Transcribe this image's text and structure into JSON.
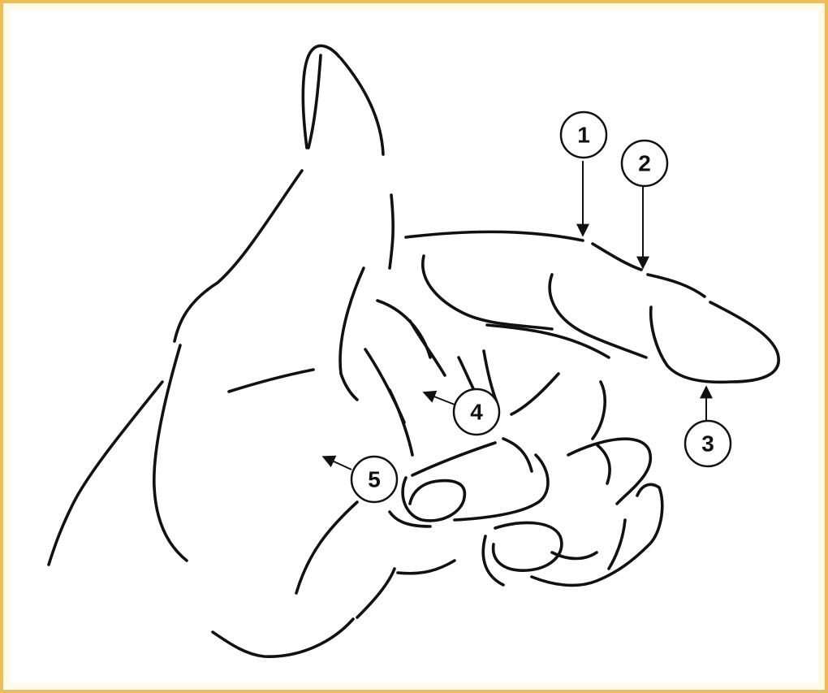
{
  "colors": {
    "frame": "#f0bd55",
    "frame_fill": "#fefae6",
    "line": "#111111"
  },
  "callouts": {
    "c1": "1",
    "c2": "2",
    "c3": "3",
    "c4": "4",
    "c5": "5"
  }
}
